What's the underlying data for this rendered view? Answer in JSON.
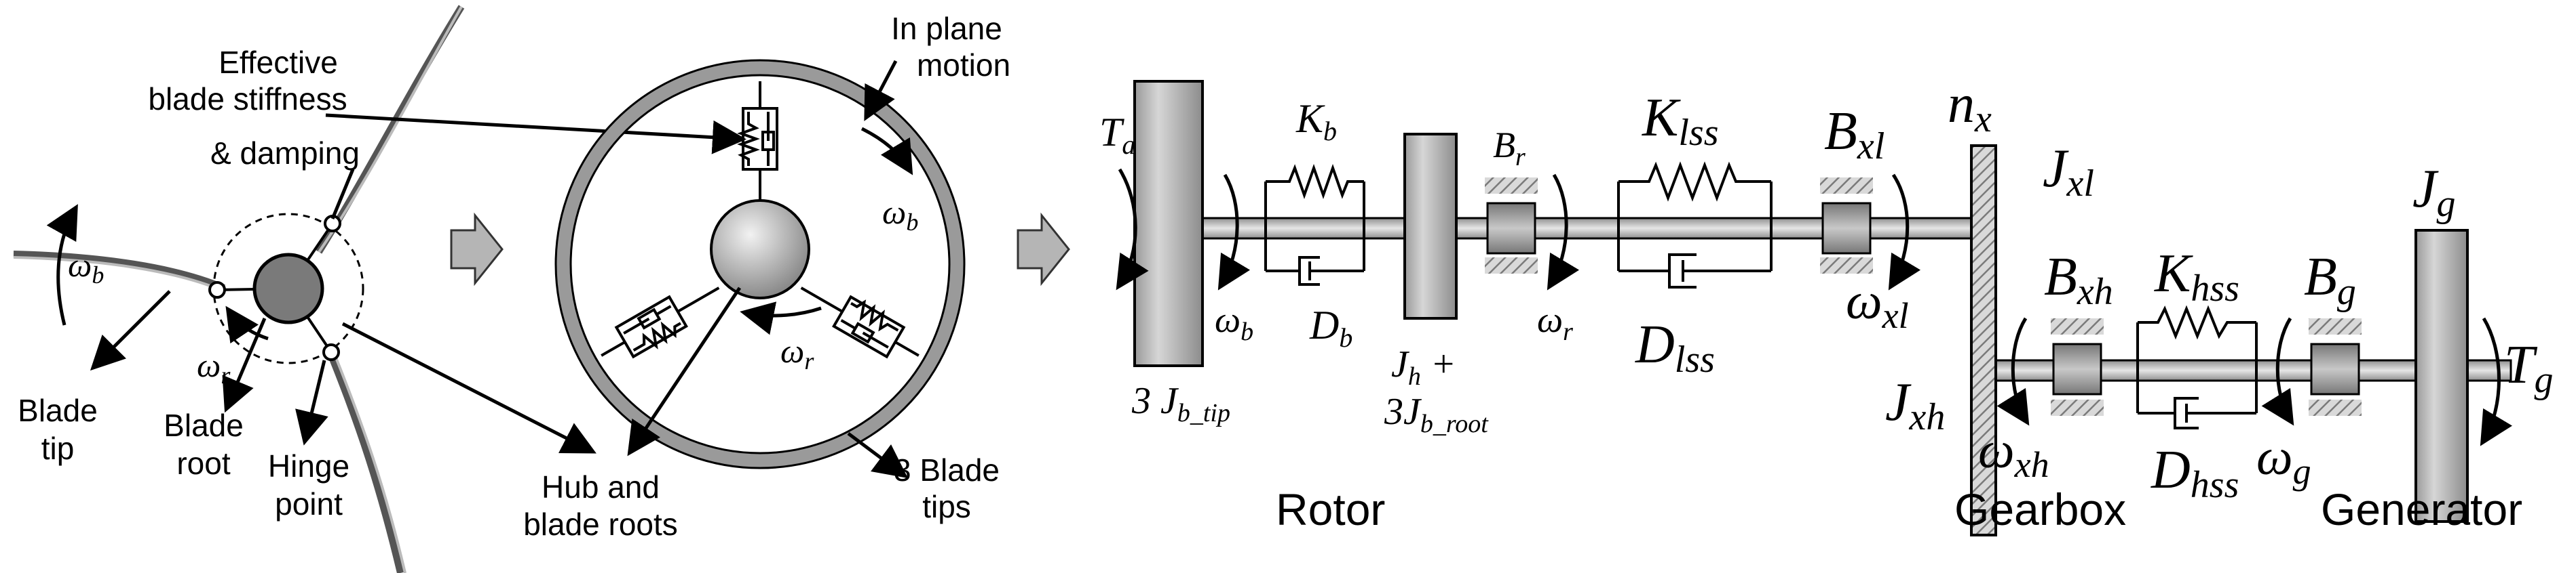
{
  "left_panel": {
    "effective_label_line1": "Effective",
    "effective_label_line2": "blade stiffness",
    "effective_label_line3": "& damping",
    "in_plane_line1": "In plane",
    "in_plane_line2": "motion",
    "blade_tip_line1": "Blade",
    "blade_tip_line2": "tip",
    "blade_root_line1": "Blade",
    "blade_root_line2": "root",
    "hinge_line1": "Hinge",
    "hinge_line2": "point",
    "hub_line1": "Hub and",
    "hub_line2": "blade roots",
    "tips3_line1": "3 Blade",
    "tips3_line2": "tips",
    "omega_b": "ω",
    "omega_b_sub": "b",
    "omega_r": "ω",
    "omega_r_sub": "r"
  },
  "drivetrain": {
    "Ta": "T",
    "Ta_sub": "a",
    "Kb": "K",
    "Kb_sub": "b",
    "Db": "D",
    "Db_sub": "b",
    "wb": "ω",
    "wb_sub": "b",
    "tip_inertia_prefix": "3  J",
    "tip_inertia_sub": "b_tip",
    "Jh": "J",
    "Jh_sub": "h",
    "Jh_plus": " +",
    "root_inertia": "3J",
    "root_inertia_sub": "b_root",
    "Br": "B",
    "Br_sub": "r",
    "wr": "ω",
    "wr_sub": "r",
    "Klss": "K",
    "Klss_sub": "lss",
    "Dlss": "D",
    "Dlss_sub": "lss",
    "Bxl": "B",
    "Bxl_sub": "xl",
    "wxl": "ω",
    "wxl_sub": "xl",
    "nx": "n",
    "nx_sub": "x",
    "Jxl": "J",
    "Jxl_sub": "xl",
    "Jxh": "J",
    "Jxh_sub": "xh",
    "wxh": "ω",
    "wxh_sub": "xh",
    "Bxh": "B",
    "Bxh_sub": "xh",
    "Khss": "K",
    "Khss_sub": "hss",
    "Dhss": "D",
    "Dhss_sub": "hss",
    "wg": "ω",
    "wg_sub": "g",
    "Bg": "B",
    "Bg_sub": "g",
    "Jg": "J",
    "Jg_sub": "g",
    "Tg": "T",
    "Tg_sub": "g",
    "rotor_label": "Rotor",
    "gearbox_label": "Gearbox",
    "generator_label": "Generator"
  }
}
